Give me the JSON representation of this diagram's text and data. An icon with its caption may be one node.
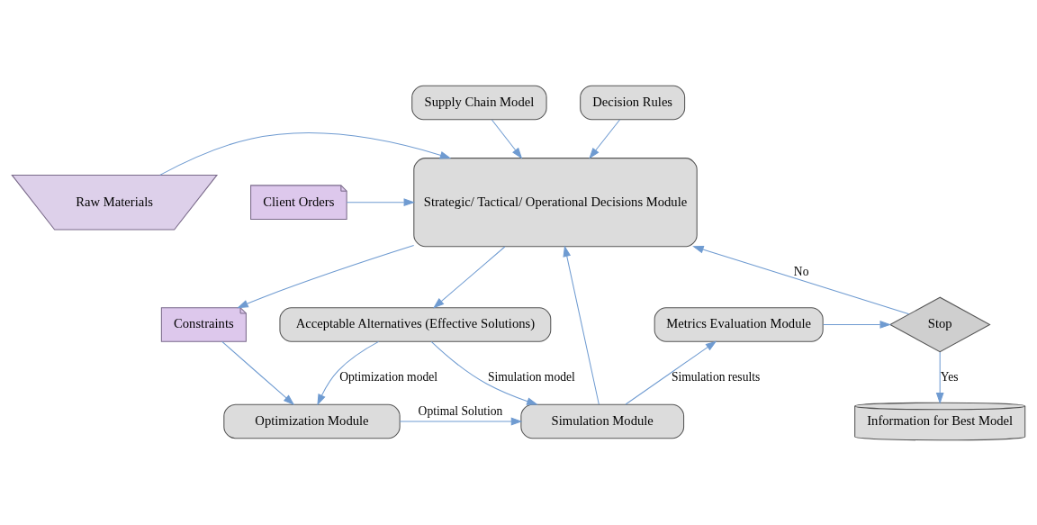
{
  "diagram": {
    "nodes": [
      {
        "text": [
          "Supply Chain Model"
        ]
      },
      {
        "text": [
          "Decision Rules"
        ]
      },
      {
        "text": [
          "Raw Materials"
        ]
      },
      {
        "text": [
          "Strategic/ Tactical/ Operational Decisions Module"
        ]
      },
      {
        "text": [
          "Client Orders"
        ]
      },
      {
        "text": [
          "Stop"
        ]
      },
      {
        "text": [
          "Metrics Evaluation Module"
        ]
      },
      {
        "text": [
          "Constraints"
        ]
      },
      {
        "text": [
          "Acceptable Alternatives (Effective Solutions)"
        ]
      },
      {
        "text": [
          "Information for Best Model"
        ]
      },
      {
        "text": [
          "Simulation Module"
        ]
      },
      {
        "text": [
          "Optimization Module"
        ]
      }
    ],
    "edges": [
      {
        "from": 0,
        "to": 3,
        "arrow": "to"
      },
      {
        "from": 1,
        "to": 3,
        "arrow": "to"
      },
      {
        "from": 2,
        "to": 3,
        "arrow": "to"
      },
      {
        "from": 4,
        "to": 3,
        "arrow": "to"
      },
      {
        "from": 5,
        "to": 3,
        "arrow": "to",
        "label": "No"
      },
      {
        "from": 3,
        "to": 8,
        "arrow": "to"
      },
      {
        "from": 3,
        "to": 7,
        "arrow": "to"
      },
      {
        "from": 6,
        "to": 5,
        "arrow": "to"
      },
      {
        "from": 5,
        "to": 9,
        "arrow": "to",
        "label": "Yes"
      },
      {
        "from": 8,
        "to": 10,
        "arrow": "to",
        "label": "Simulation model"
      },
      {
        "from": 8,
        "to": 11,
        "arrow": "to",
        "label": "Optimization model"
      },
      {
        "from": 7,
        "to": 11,
        "arrow": "to"
      },
      {
        "from": 11,
        "to": 10,
        "arrow": "to",
        "label": "Optimal Solution"
      },
      {
        "from": 10,
        "to": 3,
        "arrow": "to"
      },
      {
        "from": 10,
        "to": 6,
        "arrow": "to",
        "label": "Simulation results"
      }
    ]
  }
}
